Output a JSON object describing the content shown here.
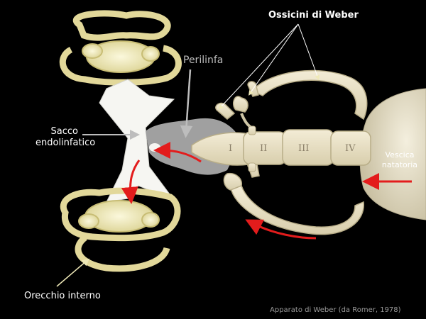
{
  "labels": {
    "ossicini": "Ossicini di Weber",
    "perilinfa": "Perilinfa",
    "sacco": "Sacco endolinfatico",
    "vescica": "Vescica natatoria",
    "orecchio": "Orecchio interno",
    "credit": "Apparato di Weber (da Romer, 1978)"
  },
  "vertebrae": [
    "I",
    "II",
    "III",
    "IV"
  ],
  "colors": {
    "background": "#000000",
    "bone_fill": "#e9e1c8",
    "bone_outline": "#b8ad88",
    "inner_ear_fill": "#efe9b8",
    "perilymph": "#9c9c9c",
    "bladder": "#e8e2cc",
    "arrow_red": "#e31c1c"
  }
}
